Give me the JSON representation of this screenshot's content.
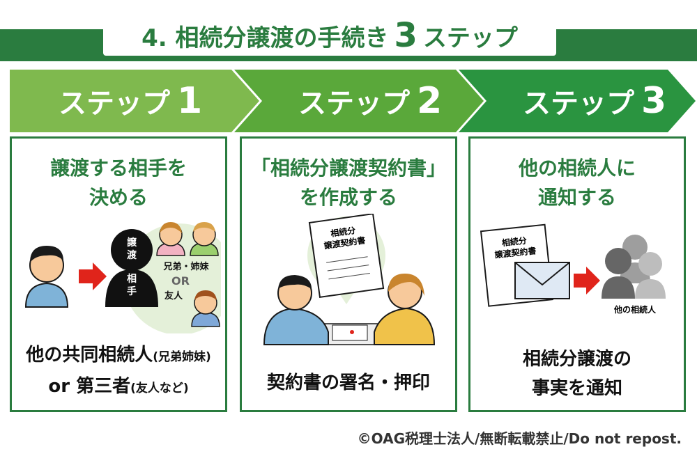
{
  "title": {
    "prefix": "4. 相続分譲渡の手続き",
    "number": "3",
    "suffix": "ステップ"
  },
  "colors": {
    "dark_green": "#2a7c3f",
    "step1": "#7fb94e",
    "step2": "#5aa83a",
    "step3": "#2a9440",
    "red_arrow": "#e0241b"
  },
  "steps": [
    {
      "label": "ステップ",
      "number": "1",
      "heading_line1": "譲渡する相手を",
      "heading_line2": "決める",
      "silhouette_text": [
        "譲",
        "渡",
        "相",
        "手"
      ],
      "group_label_top": "兄弟・姉妹",
      "or_label": "OR",
      "group_label_bottom": "友人",
      "caption_line1_main": "他の共同相続人",
      "caption_line1_small": "(兄弟姉妹)",
      "caption_line2_main": "or 第三者",
      "caption_line2_small": "(友人など)"
    },
    {
      "label": "ステップ",
      "number": "2",
      "heading_line1": "「相続分譲渡契約書」",
      "heading_line2": "を作成する",
      "doc_line1": "相続分",
      "doc_line2": "譲渡契約書",
      "caption_line1": "契約書の署名・押印"
    },
    {
      "label": "ステップ",
      "number": "3",
      "heading_line1": "他の相続人に",
      "heading_line2": "通知する",
      "doc_line1": "相続分",
      "doc_line2": "譲渡契約書",
      "people_label": "他の相続人",
      "caption_line1": "相続分譲渡の",
      "caption_line2": "事実を通知"
    }
  ],
  "footer": "©OAG税理士法人/無断転載禁止/Do not repost.",
  "icons": [
    "person-icon",
    "arrow-right-icon",
    "silhouette-icon",
    "document-icon",
    "envelope-icon",
    "people-group-icon"
  ]
}
